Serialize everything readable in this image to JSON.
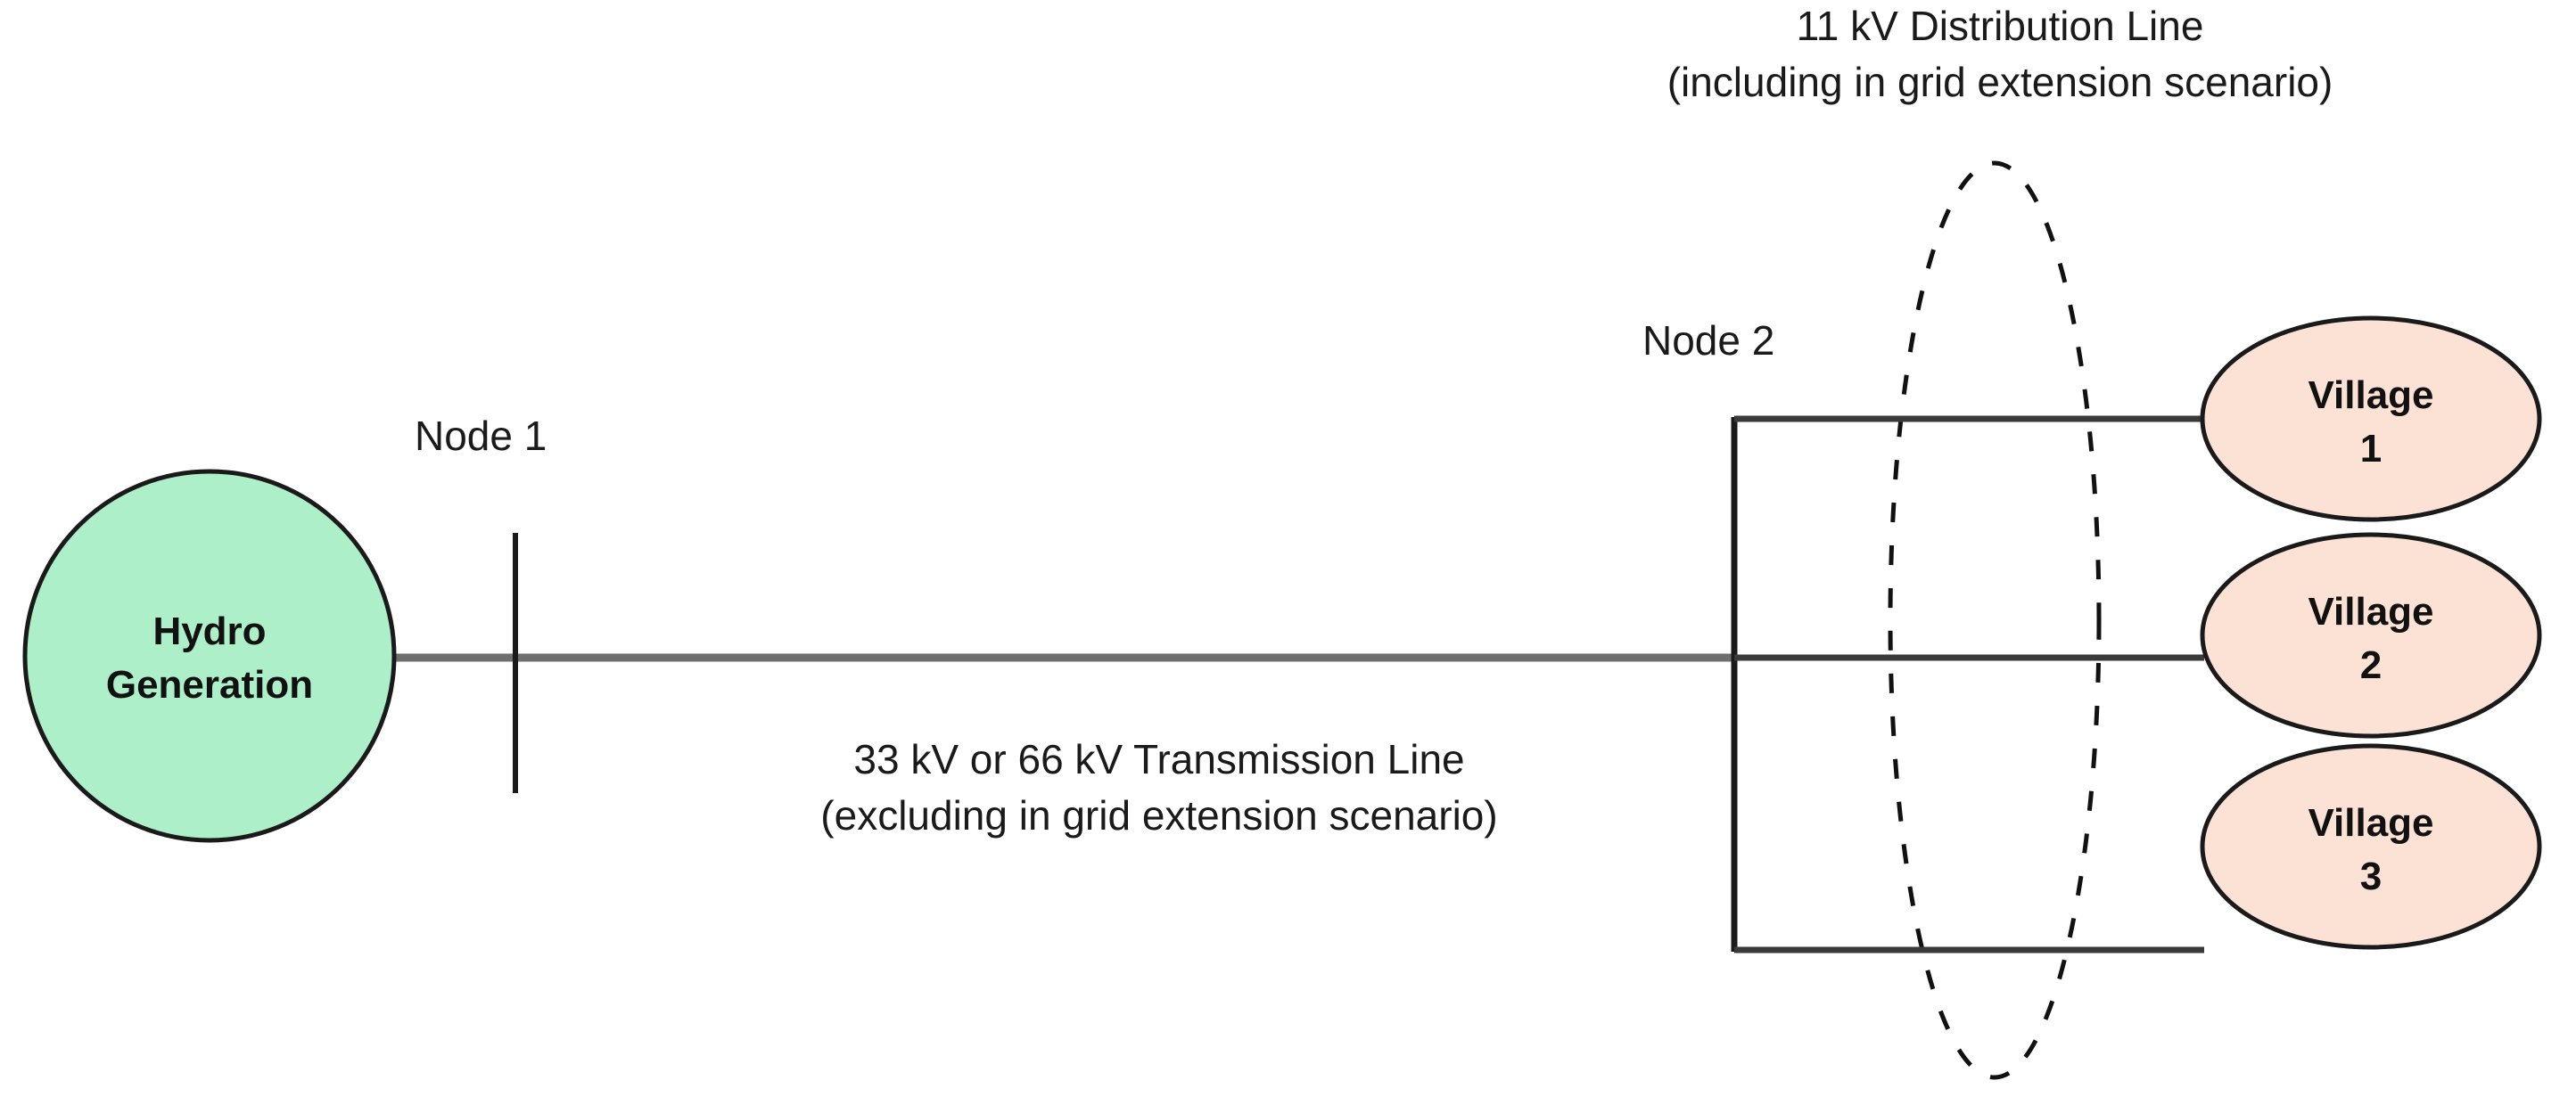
{
  "diagram": {
    "title_hidden": "",
    "colors": {
      "generation_fill": "#ADEFC8",
      "village_fill": "#FCE2D5",
      "shape_stroke": "#1a1a1a",
      "transmission_line": "#6e6e6e",
      "busbar": "#1a1a1a",
      "dashed_boundary": "#111111",
      "text": "#1a1a1a"
    },
    "annotations": {
      "distribution_line_l1": "11 kV Distribution Line",
      "distribution_line_l2": "(including in grid extension scenario)",
      "transmission_line_l1": "33 kV or 66 kV Transmission Line",
      "transmission_line_l2": "(excluding in grid extension scenario)"
    },
    "nodes": [
      {
        "id": "node-1",
        "label": "Node 1"
      },
      {
        "id": "node-2",
        "label": "Node 2"
      }
    ],
    "generation": {
      "label_line1": "Hydro",
      "label_line2": "Generation",
      "shape": "circle"
    },
    "villages": [
      {
        "id": "village-1",
        "label_line1": "Village",
        "label_line2": "1",
        "shape": "ellipse"
      },
      {
        "id": "village-2",
        "label_line1": "Village",
        "label_line2": "2",
        "shape": "ellipse"
      },
      {
        "id": "village-3",
        "label_line1": "Village",
        "label_line2": "3",
        "shape": "ellipse"
      }
    ],
    "boundary": {
      "id": "distribution-boundary",
      "style": "dashed-ellipse"
    }
  }
}
